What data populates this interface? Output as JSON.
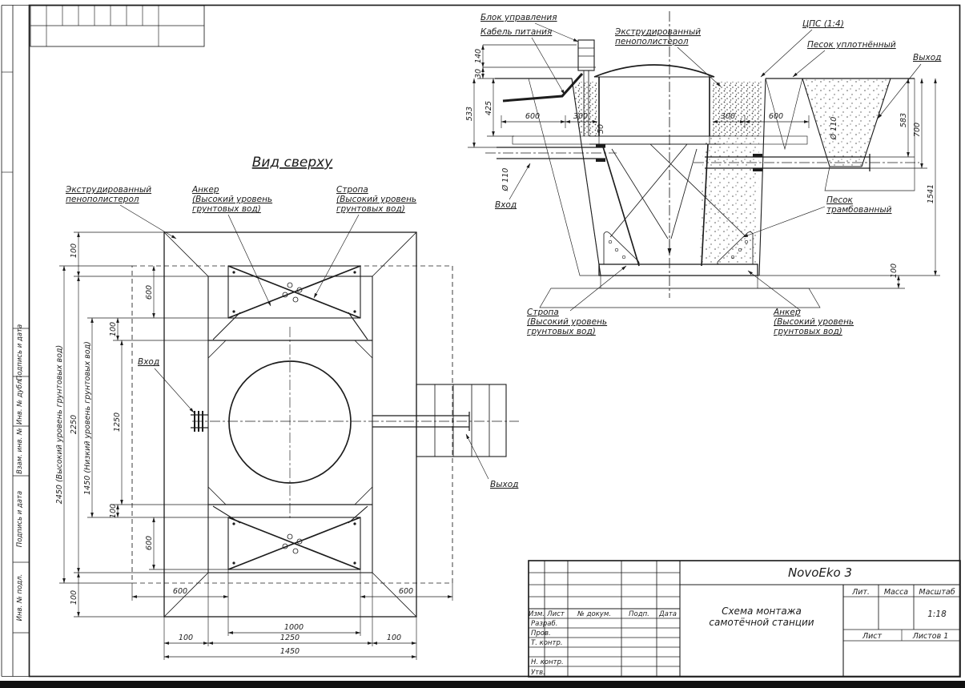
{
  "colors": {
    "ink": "#1c1c1c",
    "paper": "#ffffff"
  },
  "sheet": {
    "strip": {
      "s1": "Подпись и дата",
      "s2": "Инв. № дубл.",
      "s3": "Взам. инв. №",
      "s4": "Подпись и дата",
      "s5": "Инв. № подл."
    }
  },
  "top_view": {
    "title": "Вид сверху",
    "eps1": "Экструдированный",
    "eps2": "пенополистерол",
    "anchor1": "Анкер",
    "anchor2": "(Высокий уровень",
    "anchor3": "грунтовых вод)",
    "sling1": "Стропа",
    "sling2": "(Высокий уровень",
    "sling3": "грунтовых вод)",
    "inlet": "Вход",
    "outlet": "Выход",
    "dim_2450": "2450 (Высокий уровень грунтовых вод)",
    "dim_1450_low": "1450 (Низкий уровень грунтовых вод)",
    "dim_2250": "2250",
    "dim_1250": "1250",
    "dim_1000": "1000",
    "dim_1450": "1450",
    "dim_600": "600",
    "dim_100": "100"
  },
  "section_view": {
    "control_unit": "Блок управления",
    "power_cable": "Кабель питания",
    "eps1": "Экструдированный",
    "eps2": "пенополистерол",
    "cps": "ЦПС (1:4)",
    "sand_compacted": "Песок уплотнённый",
    "outlet": "Выход",
    "inlet": "Вход",
    "dia": "Ø 110",
    "sand_tamped1": "Песок",
    "sand_tamped2": "трамбованный",
    "sling1": "Стропа",
    "sling2": "(Высокий уровень",
    "sling3": "грунтовых вод)",
    "anchor1": "Анкер",
    "anchor2": "(Высокий уровень",
    "anchor3": "грунтовых вод)",
    "dim_140": "140",
    "dim_30": "30",
    "dim_533": "533",
    "dim_425": "425",
    "dim_600": "600",
    "dim_300": "300",
    "dim_50": "50",
    "dim_583": "583",
    "dim_700": "700",
    "dim_1541": "1541",
    "dim_100": "100"
  },
  "title_block": {
    "product": "NovoEko 3",
    "doc_name1": "Схема монтажа",
    "doc_name2": "самотёчной станции",
    "col_izm": "Изм.",
    "col_list": "Лист",
    "col_dokum": "№ докум.",
    "col_podp": "Подп.",
    "col_data": "Дата",
    "row_razrab": "Разраб.",
    "row_prov": "Пров.",
    "row_tkontr": "Т. контр.",
    "row_nkontr": "Н. контр.",
    "row_utv": "Утв.",
    "lit": "Лит.",
    "massa": "Масса",
    "masshtab": "Масштаб",
    "scale": "1:18",
    "sheet": "Лист",
    "sheets": "Листов 1"
  }
}
